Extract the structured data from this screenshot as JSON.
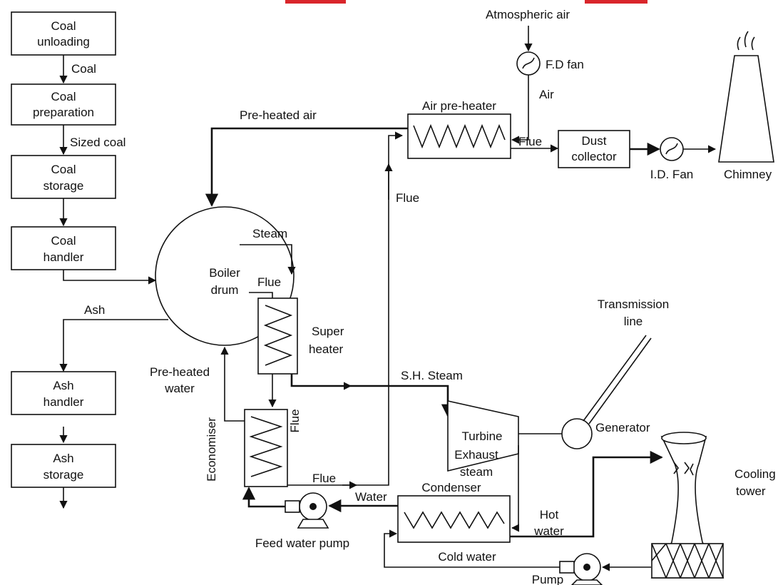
{
  "colors": {
    "line": "#111111",
    "accent_bar": "#d9262b",
    "background": "#ffffff"
  },
  "boxes": {
    "coal_unloading": [
      "Coal",
      "unloading"
    ],
    "coal_preparation": [
      "Coal",
      "preparation"
    ],
    "coal_storage": [
      "Coal",
      "storage"
    ],
    "coal_handler": [
      "Coal",
      "handler"
    ],
    "ash_handler": [
      "Ash",
      "handler"
    ],
    "ash_storage": [
      "Ash",
      "storage"
    ],
    "dust_collector": [
      "Dust",
      "collector"
    ],
    "boiler_drum": [
      "Boiler",
      "drum"
    ],
    "turbine": "Turbine"
  },
  "labels": {
    "coal": "Coal",
    "sized_coal": "Sized coal",
    "ash": "Ash",
    "atmospheric_air": "Atmospheric air",
    "fd_fan": "F.D fan",
    "air": "Air",
    "air_preheater": "Air pre-heater",
    "preheated_air": "Pre-heated air",
    "flue_1": "Flue",
    "flue_2": "Flue",
    "flue_3": "Flue",
    "flue_4": "Flue",
    "flue_5": "Flue",
    "id_fan": "I.D. Fan",
    "chimney": "Chimney",
    "steam": "Steam",
    "superheater": [
      "Super",
      "heater"
    ],
    "preheated_water": [
      "Pre-heated",
      "water"
    ],
    "economiser": "Economiser",
    "sh_steam": "S.H. Steam",
    "exhaust_steam": [
      "Exhaust",
      "steam"
    ],
    "generator": "Generator",
    "transmission_line": [
      "Transmission",
      "line"
    ],
    "condenser": "Condenser",
    "water": "Water",
    "feed_water_pump": "Feed water pump",
    "hot_water": [
      "Hot",
      "water"
    ],
    "cold_water": "Cold water",
    "pump": "Pump",
    "cooling_tower": [
      "Cooling",
      "tower"
    ]
  }
}
